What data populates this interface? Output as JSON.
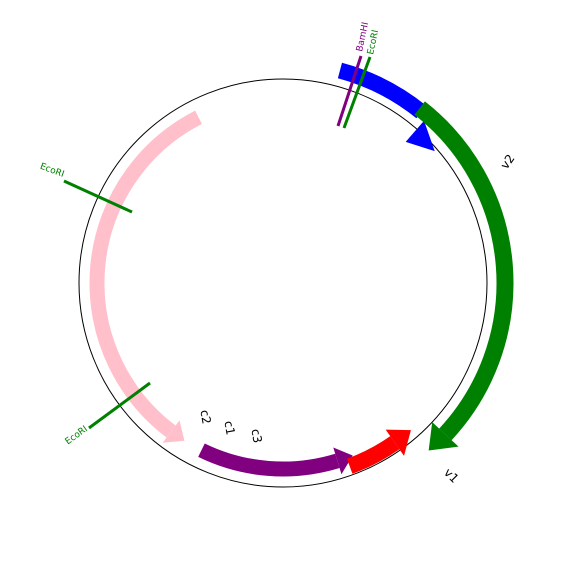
{
  "colors": {
    "backbone": "#000000",
    "v2": "#0000ff",
    "v1": "#008000",
    "c2": "#ffc0cb",
    "c1": "#800080",
    "c3": "#ff0000",
    "ecori": "#008000",
    "bamhi": "#800080"
  },
  "features": [
    {
      "id": "v2",
      "label": "v2"
    },
    {
      "id": "v1",
      "label": "v1"
    },
    {
      "id": "c2",
      "label": "c2"
    },
    {
      "id": "c1",
      "label": "c1"
    },
    {
      "id": "c3",
      "label": "c3"
    }
  ],
  "sites": [
    {
      "id": "bamhi-top",
      "label": "BamHI"
    },
    {
      "id": "ecori-top",
      "label": "EcoRI"
    },
    {
      "id": "ecori-left",
      "label": "EcoRI"
    },
    {
      "id": "ecori-bottom-left",
      "label": "EcoRI"
    }
  ]
}
